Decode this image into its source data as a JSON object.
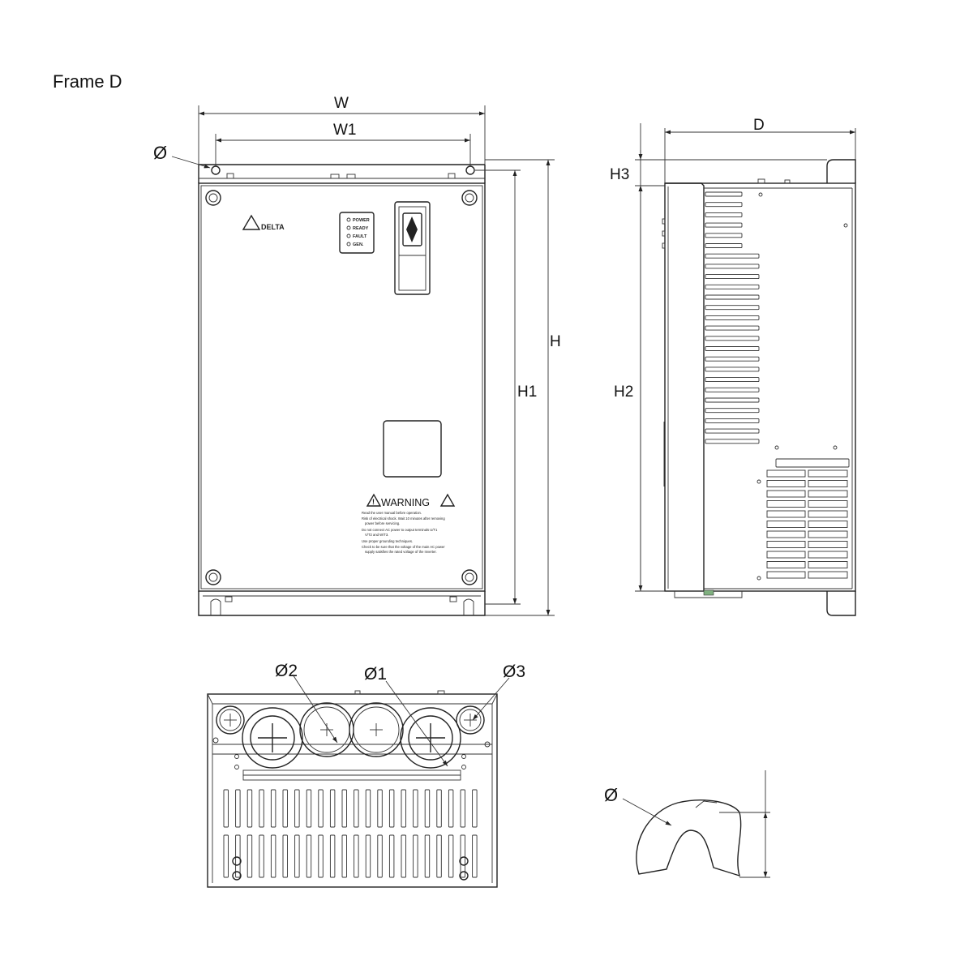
{
  "title": "Frame D",
  "dimensions": {
    "W": "W",
    "W1": "W1",
    "H": "H",
    "H1": "H1",
    "H2": "H2",
    "H3": "H3",
    "D": "D",
    "hole": "Ø",
    "phi1": "Ø1",
    "phi2": "Ø2",
    "phi3": "Ø3"
  },
  "front_panel": {
    "brand": "DELTA",
    "leds": [
      "POWER",
      "READY",
      "FAULT",
      "GEN."
    ],
    "warning_title": "WARNING",
    "warning_lines": [
      "Read the user manual before operation.",
      "Risk of electrical shock. Wait 10 minutes after removing",
      "power before servicing.",
      "Do not connect AC power to output terminals U/T1",
      "V/T2 and W/T3.",
      "Use proper grounding techniques.",
      "Check to be sure that the voltage of the main AC power",
      "supply satisfies the rated voltage of the Inverter."
    ]
  }
}
